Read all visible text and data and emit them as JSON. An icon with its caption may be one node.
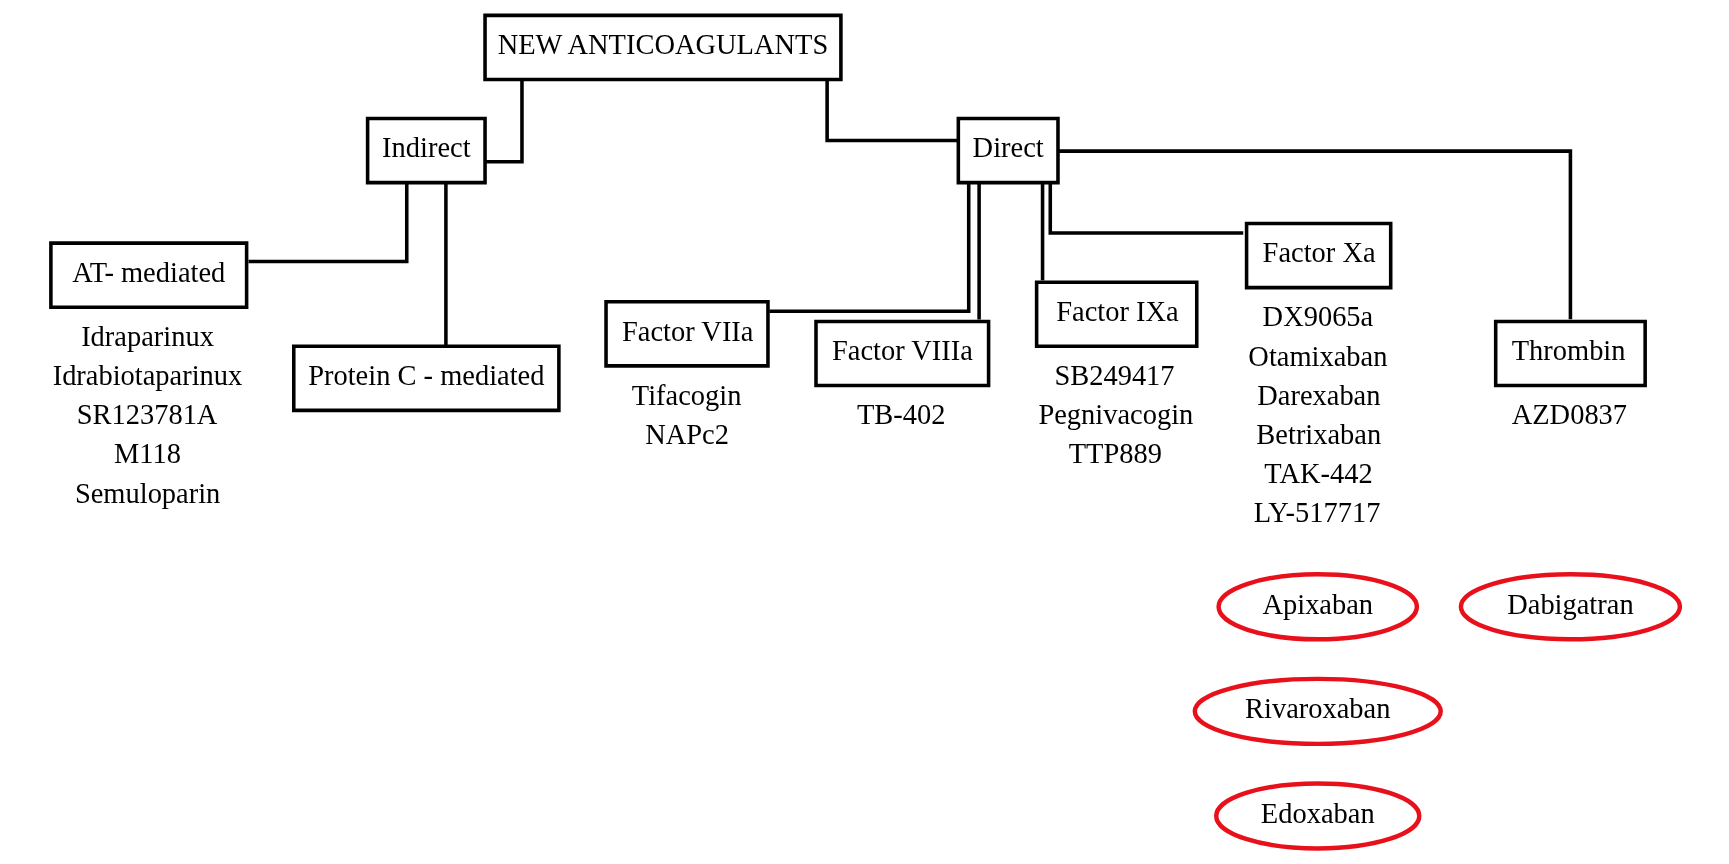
{
  "diagram": {
    "nodes": [
      {
        "text": [
          "NEW ANTICOAGULANTS"
        ]
      },
      {
        "text": [
          "Indirect"
        ]
      },
      {
        "text": [
          "Direct"
        ]
      },
      {
        "text": [
          "AT- mediated"
        ],
        "beside": [
          "Idraparinux",
          "Idrabiotaparinux",
          "SR123781A",
          "M118",
          "Semuloparin"
        ]
      },
      {
        "text": [
          "Protein C - mediated"
        ]
      },
      {
        "text": [
          "Factor VIIa"
        ],
        "beside": [
          "Tifacogin",
          "NAPc2"
        ]
      },
      {
        "text": [
          "Factor VIIIa"
        ],
        "beside": [
          "TB-402"
        ]
      },
      {
        "text": [
          "Factor IXa"
        ],
        "beside": [
          "SB249417",
          "Pegnivacogin",
          "TTP889"
        ]
      },
      {
        "text": [
          "Factor Xa"
        ],
        "beside": [
          "DX9065a",
          "Otamixaban",
          "Darexaban",
          "Betrixaban",
          "TAK-442",
          "LY-517717"
        ]
      },
      {
        "text": [
          "Thrombin"
        ],
        "beside": [
          "AZD0837"
        ]
      },
      {
        "text": [
          "Apixaban"
        ]
      },
      {
        "text": [
          "Rivaroxaban"
        ]
      },
      {
        "text": [
          "Edoxaban"
        ]
      },
      {
        "text": [
          "Dabigatran"
        ]
      }
    ],
    "edges": [
      {
        "from": 0,
        "to": 1,
        "arrow": "none"
      },
      {
        "from": 0,
        "to": 2,
        "arrow": "none"
      },
      {
        "from": 1,
        "to": 3,
        "arrow": "none"
      },
      {
        "from": 1,
        "to": 4,
        "arrow": "none"
      },
      {
        "from": 2,
        "to": 5,
        "arrow": "none"
      },
      {
        "from": 2,
        "to": 6,
        "arrow": "none"
      },
      {
        "from": 2,
        "to": 7,
        "arrow": "none"
      },
      {
        "from": 2,
        "to": 8,
        "arrow": "none"
      },
      {
        "from": 2,
        "to": 9,
        "arrow": "none"
      }
    ]
  }
}
